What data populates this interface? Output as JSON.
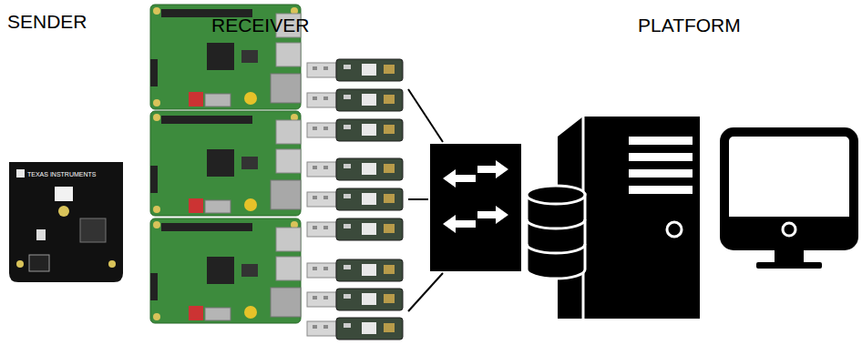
{
  "diagram": {
    "labels": [
      "SENDER",
      "RECEIVER",
      "PLATFORM",
      "TEXAS INSTRUMENTS"
    ]
  }
}
